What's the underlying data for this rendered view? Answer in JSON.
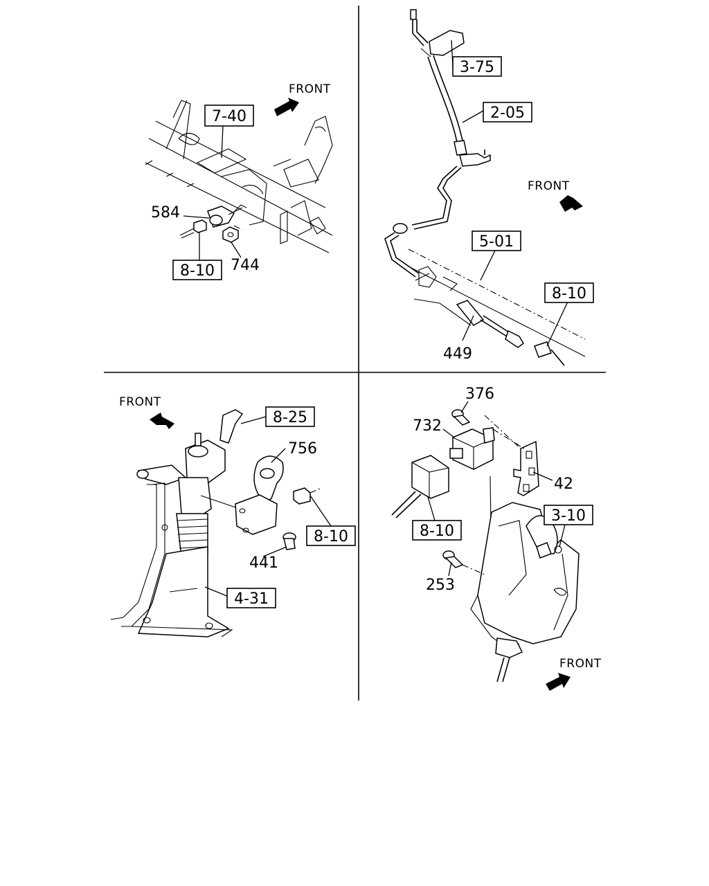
{
  "front_label": "FRONT",
  "panels": {
    "top_left": {
      "refs": [
        "7-40",
        "8-10"
      ],
      "parts": [
        "584",
        "744"
      ]
    },
    "top_right": {
      "refs": [
        "3-75",
        "2-05",
        "5-01",
        "8-10"
      ],
      "parts": [
        "449"
      ]
    },
    "bottom_left": {
      "refs": [
        "8-25",
        "8-10",
        "4-31"
      ],
      "parts": [
        "756",
        "441"
      ]
    },
    "bottom_right": {
      "refs": [
        "8-10",
        "3-10"
      ],
      "parts": [
        "376",
        "732",
        "42",
        "253"
      ]
    }
  }
}
